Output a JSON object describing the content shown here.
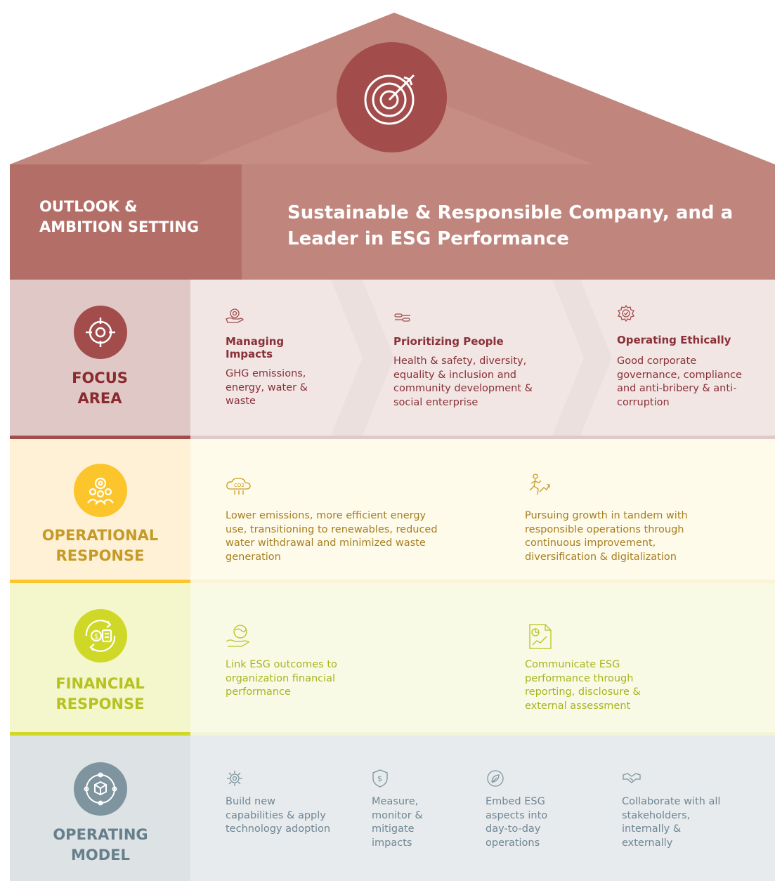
{
  "colors": {
    "roof": "#c0857c",
    "roof_dark": "#b36f67",
    "focus": "#a64a4b",
    "operational": "#fdc52c",
    "financial": "#cfd827",
    "operating_model": "#7e949f"
  },
  "outlook": {
    "label": "OUTLOOK & AMBITION SETTING",
    "text": "Sustainable & Responsible Company, and a Leader in ESG Performance",
    "icon": "target-arrow-icon"
  },
  "focus_area": {
    "title": "FOCUS AREA",
    "icon": "target-icon",
    "items": [
      {
        "icon": "hand-globe-gear-icon",
        "title": "Managing Impacts",
        "text": "GHG emissions, energy, water & waste"
      },
      {
        "icon": "people-link-icon",
        "title": "Prioritizing People",
        "text": "Health & safety, diversity, equality & inclusion and community development & social enterprise"
      },
      {
        "icon": "gear-check-icon",
        "title": "Operating Ethically",
        "text": "Good corporate governance, compliance and anti-bribery & anti-corruption"
      }
    ]
  },
  "operational_response": {
    "title": "OPERATIONAL RESPONSE",
    "icon": "team-gear-icon",
    "items": [
      {
        "icon": "co2-cloud-icon",
        "text": "Lower emissions, more efficient energy use, transitioning to renewables, reduced water withdrawal and minimized waste generation"
      },
      {
        "icon": "growth-runner-icon",
        "text": "Pursuing growth in tandem with responsible operations through continuous improvement, diversification & digitalization"
      }
    ]
  },
  "financial_response": {
    "title": "FINANCIAL RESPONSE",
    "icon": "money-cycle-icon",
    "items": [
      {
        "icon": "hand-globe-leaf-icon",
        "text": "Link ESG outcomes to organization financial performance"
      },
      {
        "icon": "report-chart-icon",
        "text": "Communicate ESG performance through reporting, disclosure & external assessment"
      }
    ]
  },
  "operating_model": {
    "title": "OPERATING MODEL",
    "icon": "cube-network-icon",
    "items": [
      {
        "icon": "gear-network-icon",
        "text": "Build new capabilities & apply technology adoption"
      },
      {
        "icon": "shield-dollar-icon",
        "text": "Measure, monitor & mitigate impacts"
      },
      {
        "icon": "globe-leaf-icon",
        "text": "Embed ESG aspects into day-to-day operations"
      },
      {
        "icon": "handshake-icon",
        "text": "Collaborate with all stakeholders, internally & externally"
      }
    ]
  }
}
